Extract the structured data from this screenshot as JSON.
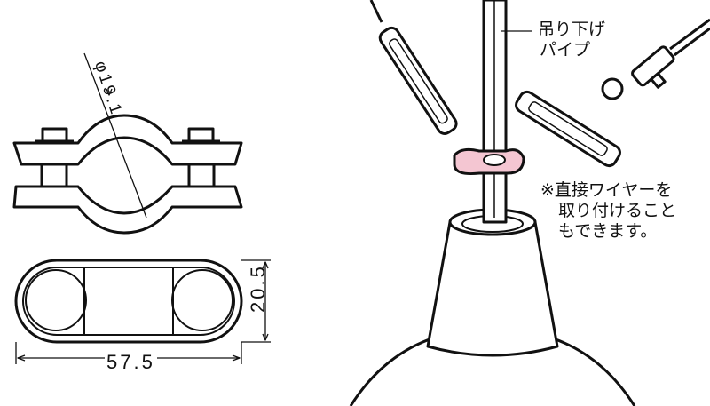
{
  "dimensions": {
    "diameter": "φ19.1",
    "height": "20.5",
    "width": "57.5"
  },
  "labels": {
    "pipe_line1": "吊り下げ",
    "pipe_line2": "パイプ",
    "note_line1": "※直接ワイヤーを",
    "note_line2": "取り付けること",
    "note_line3": "もできます。"
  },
  "colors": {
    "clamp_highlight": "#f4c6d2",
    "line": "#111111"
  }
}
